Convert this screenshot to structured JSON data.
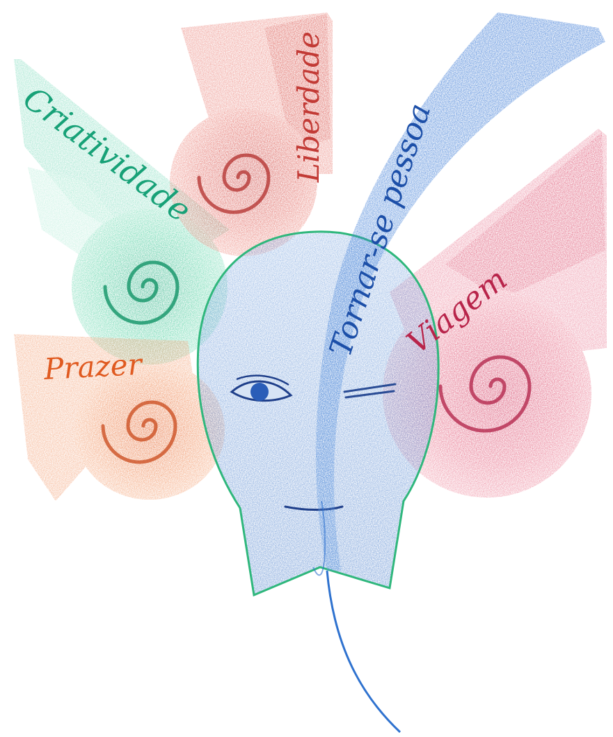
{
  "words": {
    "criatividade": "Criatividade",
    "liberdade": "Liberdade",
    "tornar_se_pessoa": "Tornar-se pessoa",
    "viagem": "Viagem",
    "prazer": "Prazer"
  },
  "colors": {
    "green": "#2fbf8c",
    "red": "#dc4a46",
    "blue": "#2f72cf",
    "pink": "#d5365c",
    "orange": "#e86a2a",
    "face": "#6d9ad6",
    "outline": "#2fb77c"
  }
}
